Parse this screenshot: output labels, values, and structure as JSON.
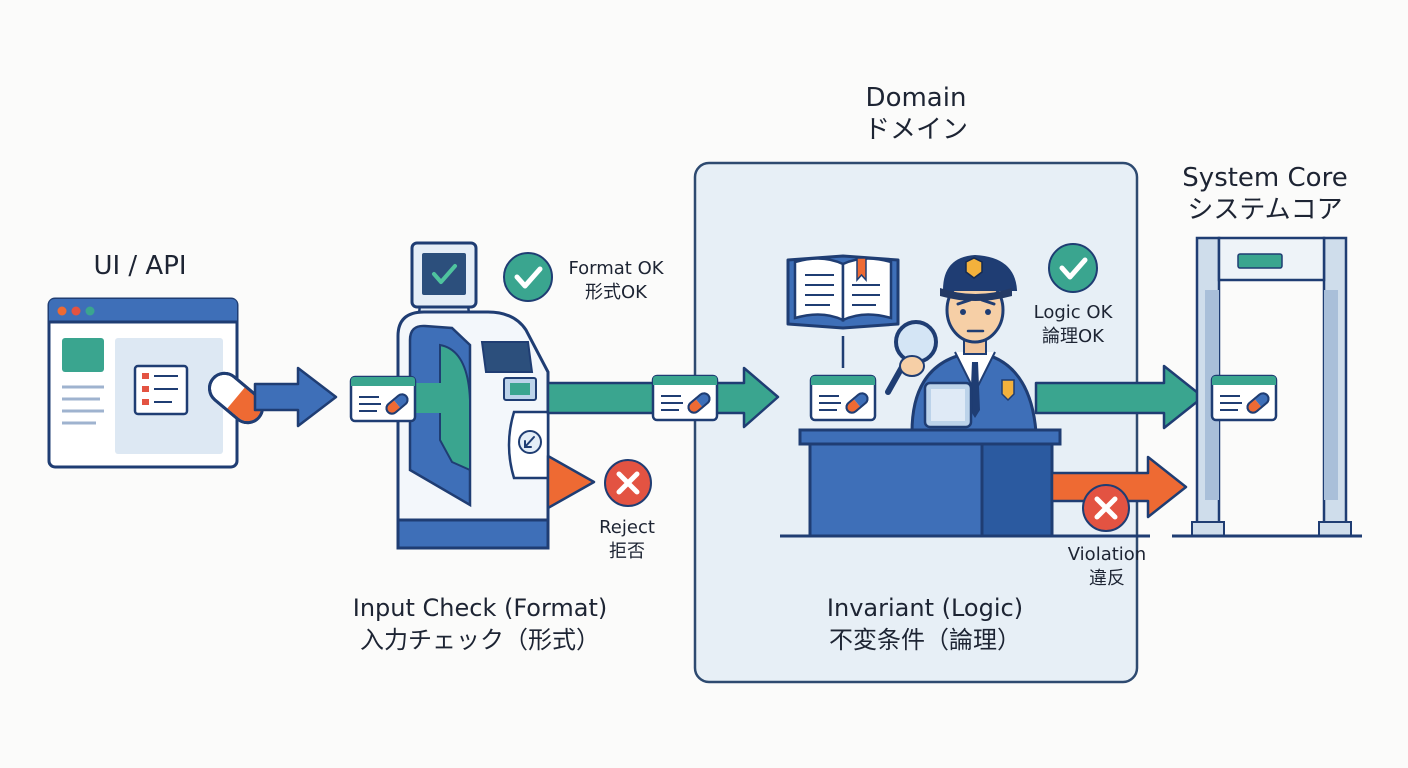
{
  "stages": {
    "ui_api": {
      "label": "UI / API"
    },
    "input_check": {
      "label_en": "Input Check (Format)",
      "label_ja": "入力チェック（形式）"
    },
    "domain": {
      "title_en": "Domain",
      "title_ja": "ドメイン"
    },
    "invariant": {
      "label_en": "Invariant (Logic)",
      "label_ja": "不変条件（論理）"
    },
    "system_core": {
      "title_en": "System Core",
      "title_ja": "システムコア"
    }
  },
  "badges": {
    "format_ok": {
      "en": "Format OK",
      "ja": "形式OK",
      "status": "ok"
    },
    "reject": {
      "en": "Reject",
      "ja": "拒否",
      "status": "fail"
    },
    "logic_ok": {
      "en": "Logic OK",
      "ja": "論理OK",
      "status": "ok"
    },
    "violation": {
      "en": "Violation",
      "ja": "違反",
      "status": "fail"
    }
  },
  "icons": {
    "browser": "browser-window-icon",
    "pill": "capsule-icon",
    "document": "form-card-icon",
    "gate": "ticket-gate-icon",
    "book": "rulebook-icon",
    "inspector": "police-officer-icon",
    "scanner": "security-scanner-gate-icon",
    "ok": "check-circle-icon",
    "fail": "x-circle-icon"
  },
  "colors": {
    "primary_blue": "#3e6fb8",
    "dark_blue": "#1f3d73",
    "teal": "#3aa58f",
    "orange": "#ee6a33",
    "red": "#e35342",
    "domain_fill": "#e7eff6",
    "domain_border": "#2e4a70"
  }
}
